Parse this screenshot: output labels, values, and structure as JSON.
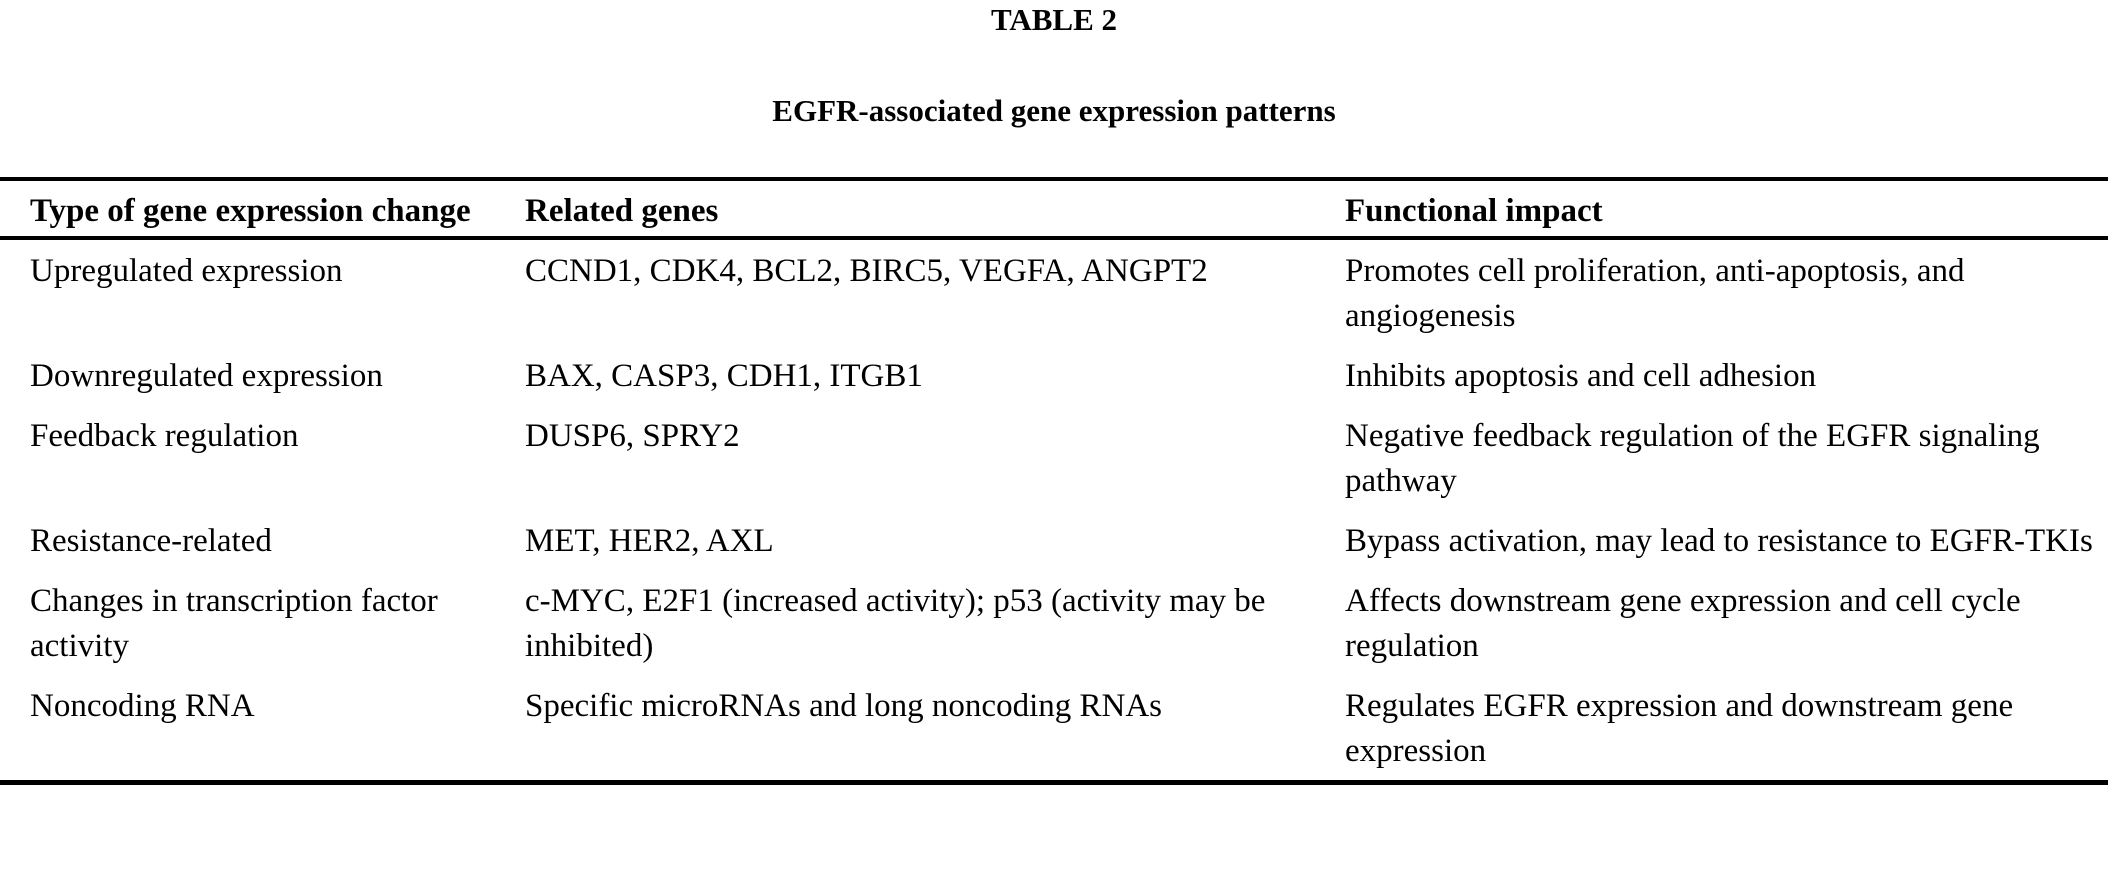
{
  "page": {
    "title": "TABLE 2",
    "subtitle": "EGFR-associated gene expression patterns"
  },
  "table": {
    "columns": [
      "Type of gene expression change",
      "Related genes",
      "Functional impact"
    ],
    "rows": [
      {
        "type": "Upregulated expression",
        "genes": "CCND1, CDK4, BCL2, BIRC5, VEGFA, ANGPT2",
        "impact": "Promotes cell proliferation, anti-apoptosis, and angiogenesis"
      },
      {
        "type": "Downregulated expression",
        "genes": "BAX, CASP3, CDH1, ITGB1",
        "impact": "Inhibits apoptosis and cell adhesion"
      },
      {
        "type": "Feedback regulation",
        "genes": "DUSP6, SPRY2",
        "impact": "Negative feedback regulation of the EGFR signaling pathway"
      },
      {
        "type": "Resistance-related",
        "genes": "MET, HER2, AXL",
        "impact": "Bypass activation, may lead to resistance to EGFR-TKIs"
      },
      {
        "type": "Changes in transcription factor activity",
        "genes": "c-MYC, E2F1 (increased activity); p53 (activity may be inhibited)",
        "impact": "Affects downstream gene expression and cell cycle regulation"
      },
      {
        "type": "Noncoding RNA",
        "genes": "Specific microRNAs and long noncoding RNAs",
        "impact": "Regulates EGFR expression and downstream gene expression"
      }
    ]
  }
}
